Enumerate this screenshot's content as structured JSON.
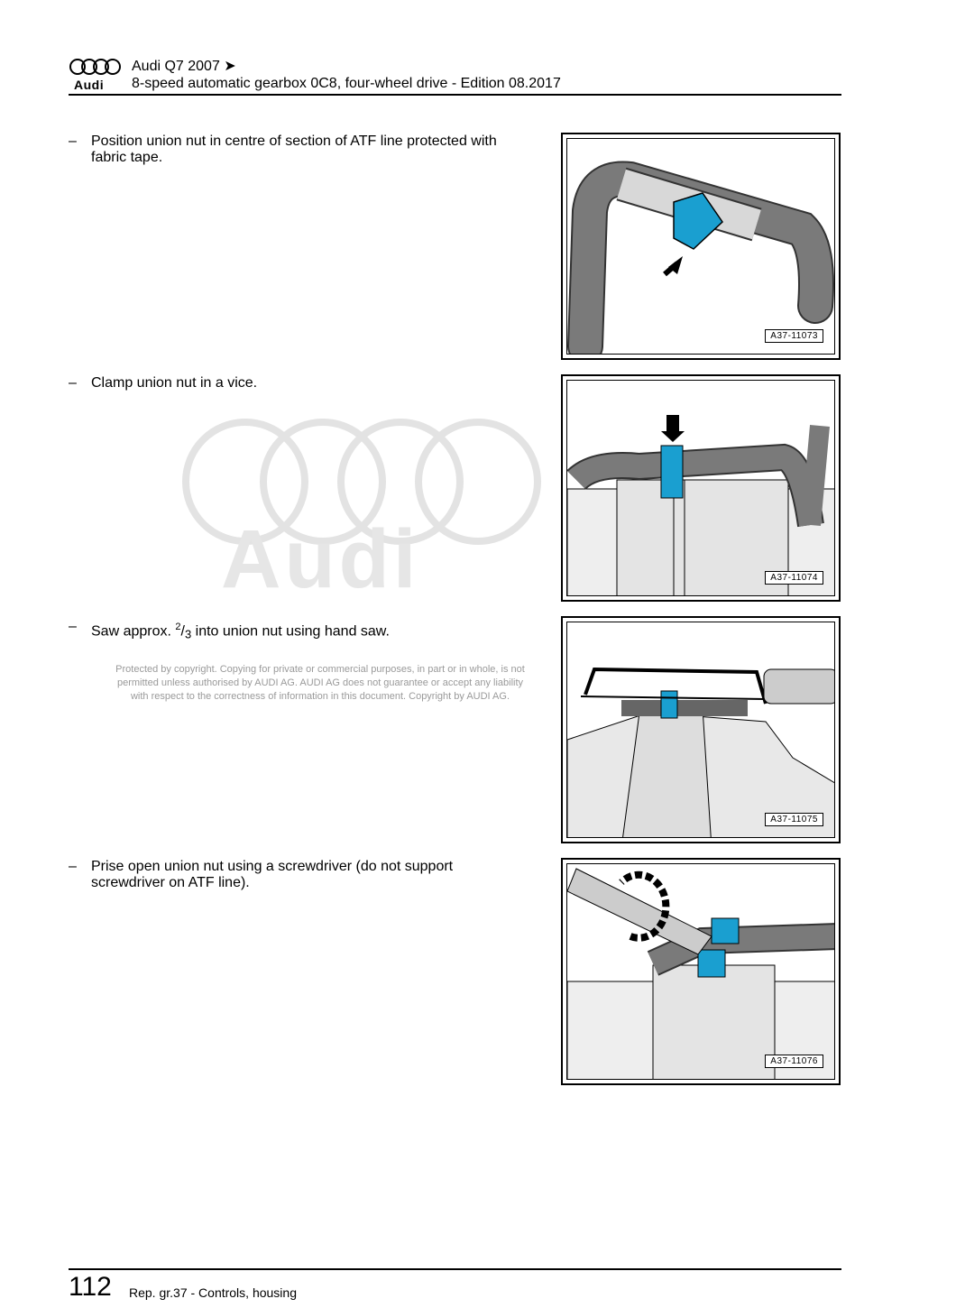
{
  "header": {
    "brand": "Audi",
    "title_line1": "Audi Q7 2007 ➤",
    "title_line2": "8-speed automatic gearbox 0C8, four-wheel drive - Edition 08.2017"
  },
  "steps": [
    {
      "bullet": "–",
      "text": "Position union nut in centre of section of ATF line protected with fabric tape.",
      "figure_code": "A37-11073"
    },
    {
      "bullet": "–",
      "text": "Clamp union nut in a vice.",
      "figure_code": "A37-11074"
    },
    {
      "bullet": "–",
      "text_before": "Saw approx. ",
      "frac_num": "2",
      "frac_den": "3",
      "text_after": " into union nut using hand saw.",
      "figure_code": "A37-11075"
    },
    {
      "bullet": "–",
      "text": "Prise open union nut using a screwdriver (do not support screwdriver on ATF line).",
      "figure_code": "A37-11076"
    }
  ],
  "watermark": {
    "word": "Audi",
    "line1": "Protected by copyright. Copying for private or commercial purposes, in part or in whole, is not",
    "line2": "permitted unless authorised by AUDI AG. AUDI AG does not guarantee or accept any liability",
    "line3": "with respect to the correctness of information in this document. Copyright by AUDI AG."
  },
  "footer": {
    "page_number": "112",
    "section": "Rep. gr.37 - Controls, housing"
  },
  "colors": {
    "nut": "#1a9fd0",
    "hose": "#7a7a7a",
    "tape": "#d8d8d8"
  }
}
